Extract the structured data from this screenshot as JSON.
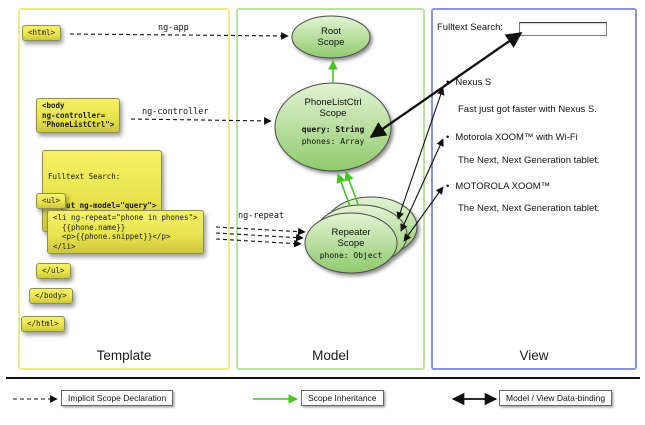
{
  "columns": {
    "template": "Template",
    "model": "Model",
    "view": "View"
  },
  "code": {
    "html_open": "<html>",
    "body_open": "<body\nng-controller=\n\"PhoneListCtrl\">",
    "fulltext_label": "Fulltext Search:",
    "fulltext_input": "<input ng-model=\"query\">",
    "ul_open": "<ul>",
    "li_repeat": "<li ng-repeat=\"phone in phones\">\n  {{phone.name}}\n  <p>{{phone.snippet}}</p>\n</li>",
    "ul_close": "</ul>",
    "body_close": "</body>",
    "html_close": "</html>"
  },
  "arrow_labels": {
    "ng_app": "ng-app",
    "ng_controller": "ng-controller",
    "ng_repeat": "ng-repeat"
  },
  "model": {
    "root_scope": "Root\nScope",
    "phonelist_title": "PhoneListCtrl\nScope",
    "phonelist_query": "query: String",
    "phonelist_phones": "phones: Array",
    "repeater_title": "Repeater\nScope",
    "repeater_phone": "phone: Object"
  },
  "view": {
    "fulltext_label": "Fulltext Search:",
    "bullet": "•",
    "items": [
      {
        "name": "Nexus S",
        "snippet": "Fast just got faster with Nexus S."
      },
      {
        "name": "Motorola XOOM™ with Wi-Fi",
        "snippet": "The Next, Next Generation tablet."
      },
      {
        "name": "MOTOROLA XOOM™",
        "snippet": "The Next, Next Generation tablet."
      }
    ]
  },
  "legend": {
    "implicit": "Implicit Scope Declaration",
    "inheritance": "Scope Inheritance",
    "binding": "Model / View Data-binding"
  },
  "colors": {
    "template_border": "#ece98e",
    "model_border": "#b9e2a4",
    "view_border": "#8a93d6",
    "code_box": "#e8e24c",
    "scope_fill": "#8fca6c",
    "inheritance_arrow": "#46c421",
    "arrow_black": "#111111"
  }
}
